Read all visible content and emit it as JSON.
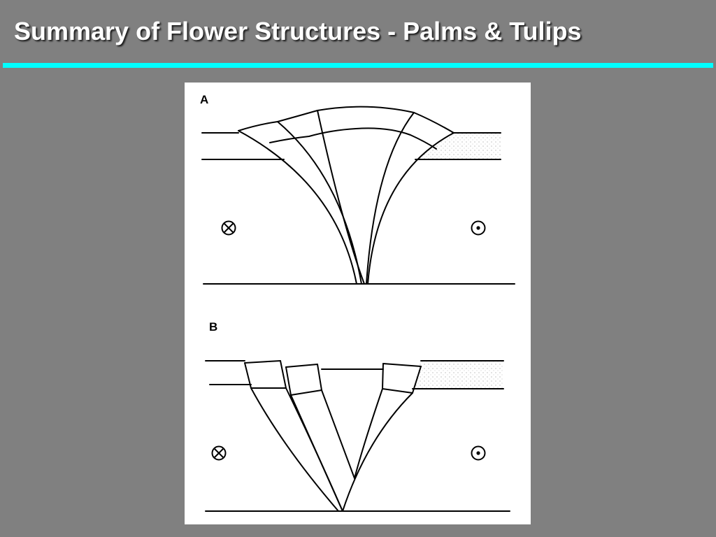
{
  "slide": {
    "title": "Summary of Flower Structures - Palms & Tulips",
    "accent_color": "#00ffff",
    "background_color": "#808080"
  },
  "figure": {
    "panels": [
      {
        "label": "A",
        "structure": "positive flower (palm tree)",
        "left_symbol": "into-page-symbol",
        "right_symbol": "out-of-page-symbol"
      },
      {
        "label": "B",
        "structure": "negative flower (tulip)",
        "left_symbol": "into-page-symbol",
        "right_symbol": "out-of-page-symbol"
      }
    ]
  }
}
